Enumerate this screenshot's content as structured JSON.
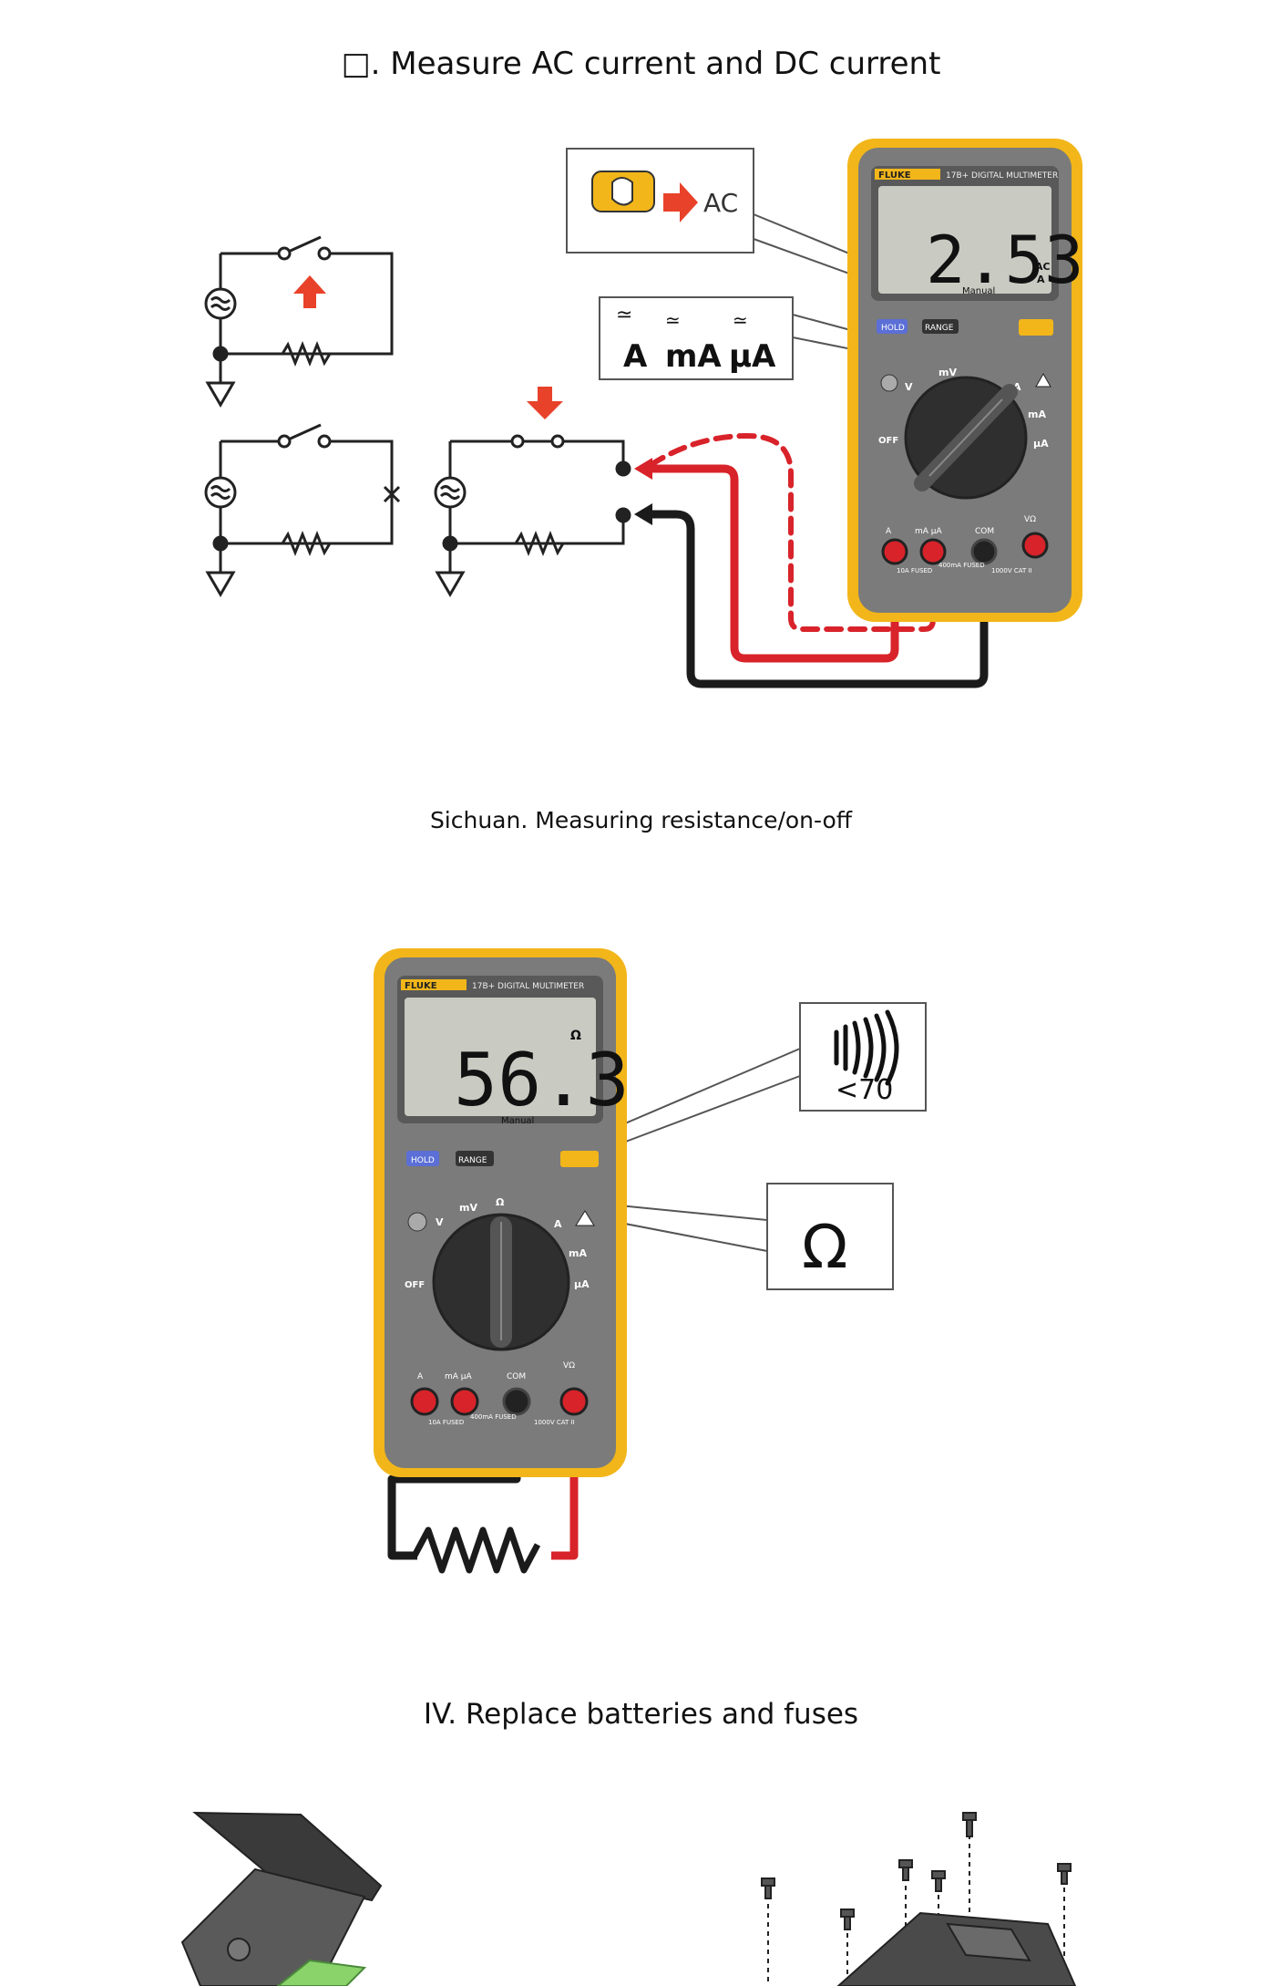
{
  "sections": [
    {
      "title": "□. Measure AC current and DC current"
    },
    {
      "title": "Sichuan. Measuring resistance/on-off"
    },
    {
      "title": "IV. Replace batteries and fuses"
    }
  ],
  "meter1": {
    "brand": "FLUKE",
    "model": "17B+ DIGITAL MULTIMETER",
    "reading": "2.53",
    "unit_top": "AC",
    "unit_bottom": "A",
    "mode": "Manual",
    "hold_label": "HOLD",
    "range_label": "RANGE",
    "dial_labels": {
      "mv": "mV",
      "v": "V",
      "off": "OFF",
      "a": "A",
      "ma": "mA",
      "ua": "μA"
    },
    "jack_labels": {
      "a": "A",
      "maua": "mA μA",
      "com": "COM",
      "v": "VΩ"
    },
    "fuse_a": "10A FUSED",
    "fuse_ma": "400mA FUSED",
    "cat": "1000V CAT II"
  },
  "callouts1": {
    "button_ac": "AC",
    "modes": [
      "A",
      "mA",
      "μA"
    ]
  },
  "meter2": {
    "brand": "FLUKE",
    "model": "17B+ DIGITAL MULTIMETER",
    "reading": "56.3",
    "unit": "Ω",
    "mode": "Manual",
    "hold_label": "HOLD",
    "range_label": "RANGE",
    "dial_labels": {
      "mv": "mV",
      "v": "V",
      "off": "OFF",
      "a": "A",
      "ma": "mA",
      "ua": "μA",
      "ohm": "Ω"
    },
    "jack_labels": {
      "a": "A",
      "maua": "mA μA",
      "com": "COM",
      "v": "VΩ"
    },
    "fuse_a": "10A FUSED",
    "fuse_ma": "400mA FUSED",
    "cat": "1000V CAT II"
  },
  "callouts2": {
    "continuity": "<70",
    "ohm": "Ω"
  },
  "colors": {
    "meter_body": "#7b7b7b",
    "meter_bezel": "#f2b61a",
    "lcd": "#c9cbc3",
    "red_lead": "#d8232a",
    "black_lead": "#1b1b1b",
    "arrow": "#e8422a"
  }
}
